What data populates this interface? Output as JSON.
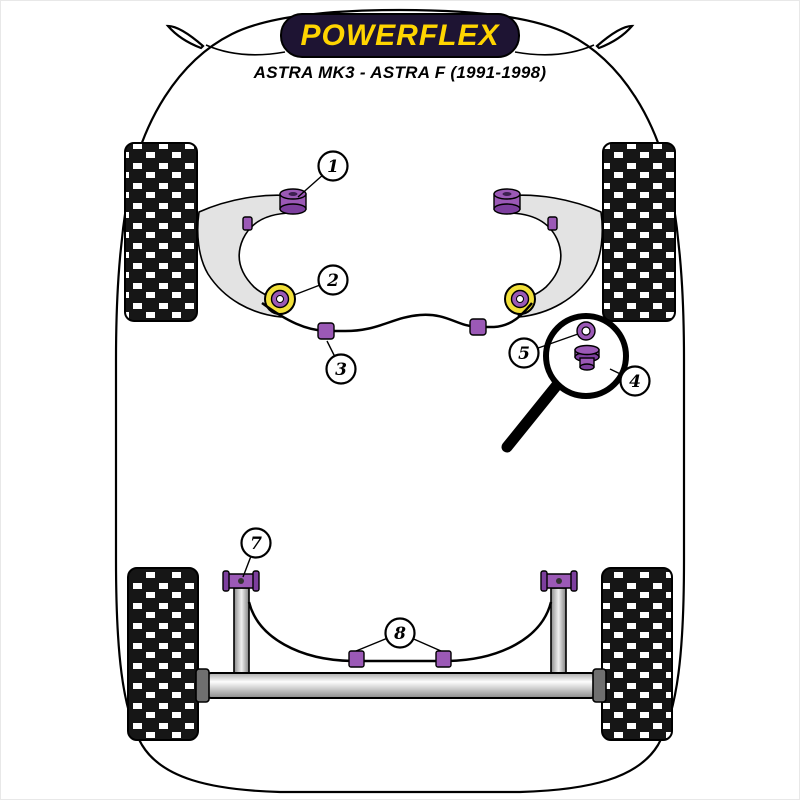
{
  "header": {
    "brand": "POWERFLEX",
    "vehicle_title": "ASTRA MK3 - ASTRA F (1991-1998)"
  },
  "colors": {
    "logo_band": "#1e1433",
    "brand_yellow": "#ffd500",
    "bush_purple": "#9b59b6",
    "bush_purple_dark": "#7d3f9e",
    "bush_yellow": "#f2e03a",
    "tire_black": "#161616",
    "arm_gray": "#e3e3e3",
    "line_black": "#000000"
  },
  "callouts": [
    {
      "number": "1"
    },
    {
      "number": "2"
    },
    {
      "number": "3"
    },
    {
      "number": "4"
    },
    {
      "number": "5"
    },
    {
      "number": "7"
    },
    {
      "number": "8"
    }
  ]
}
